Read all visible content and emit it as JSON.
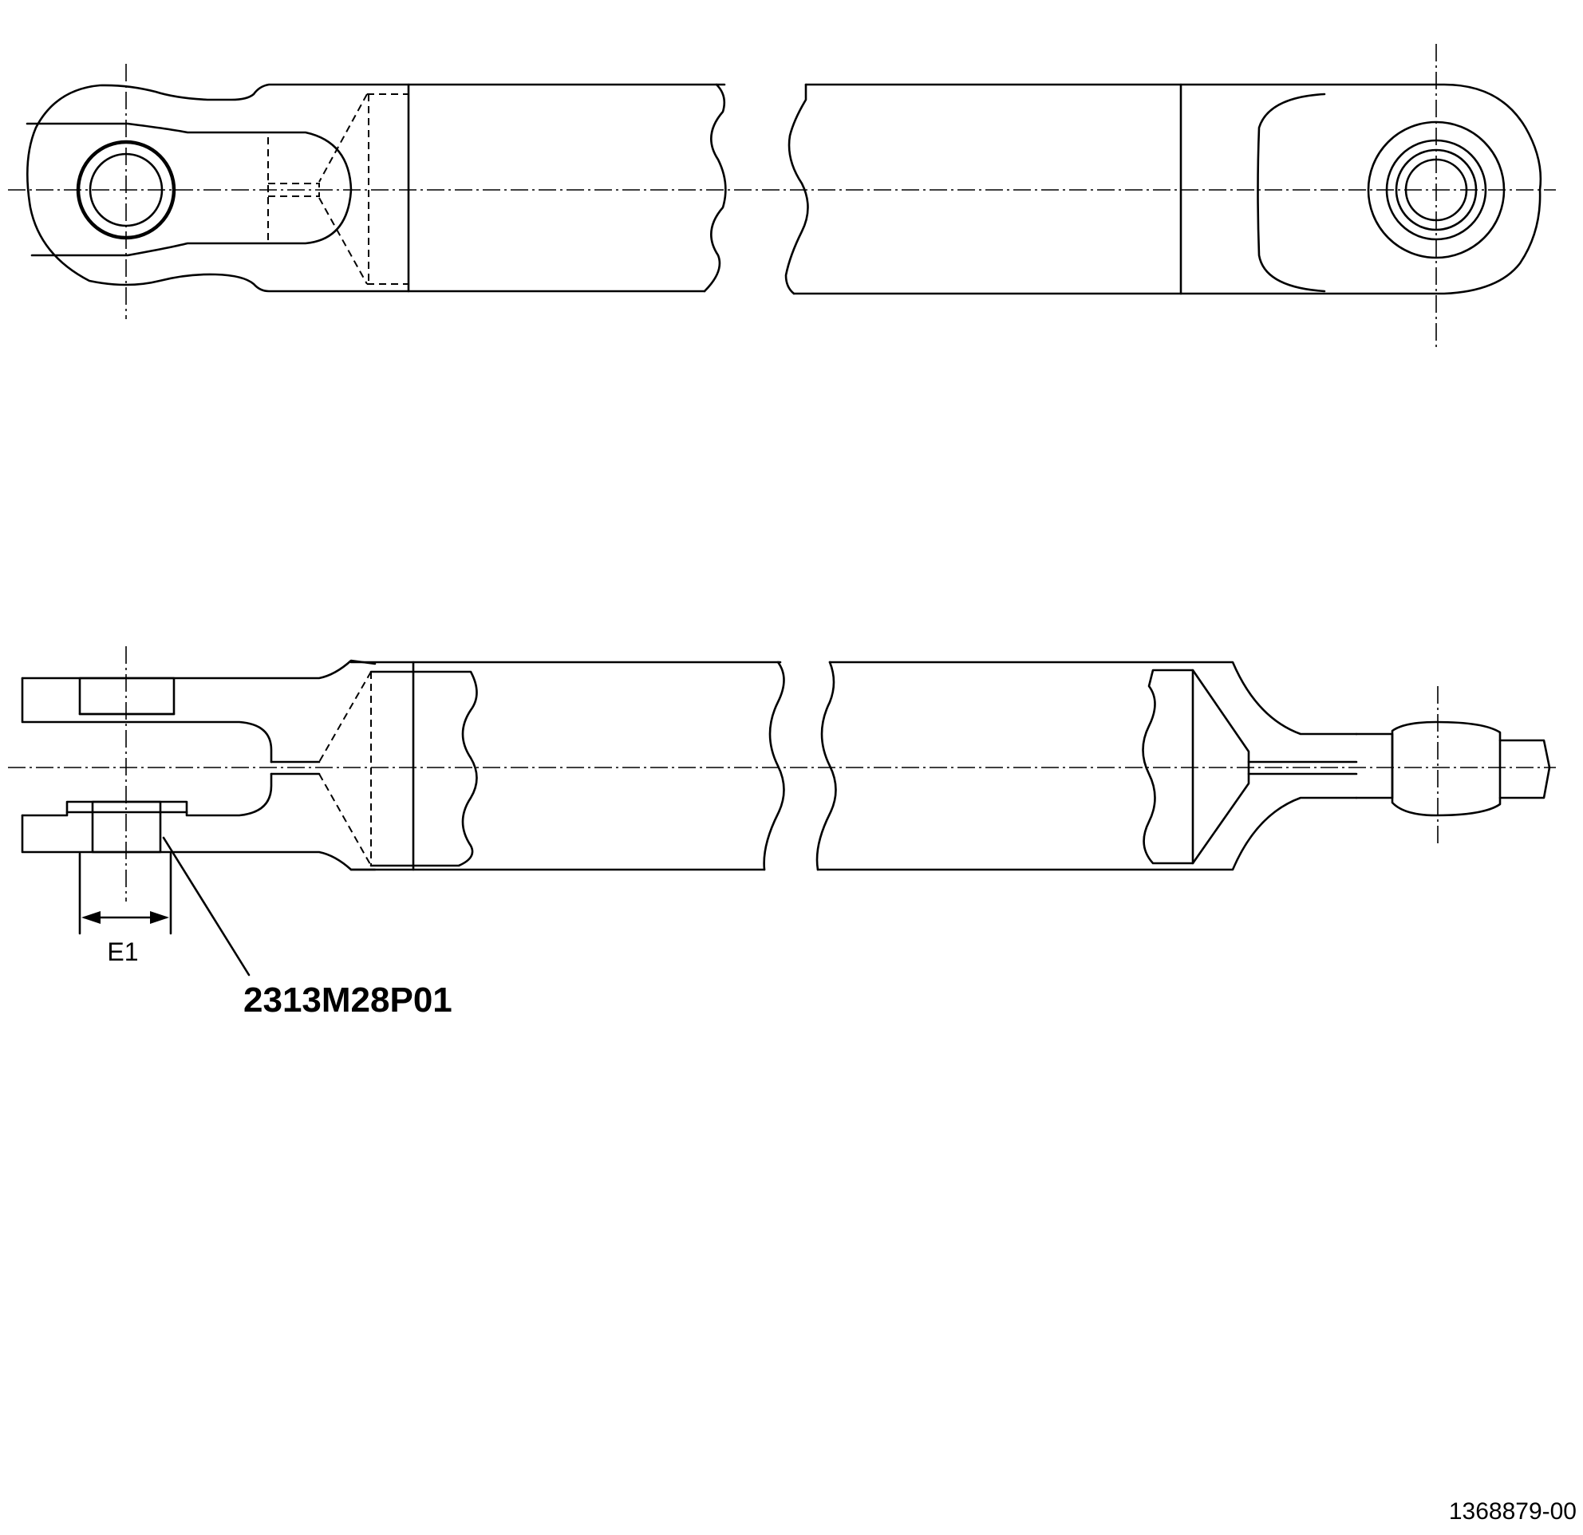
{
  "labels": {
    "dimension": "E1",
    "part_number": "2313M28P01",
    "drawing_number": "1368879-00"
  }
}
